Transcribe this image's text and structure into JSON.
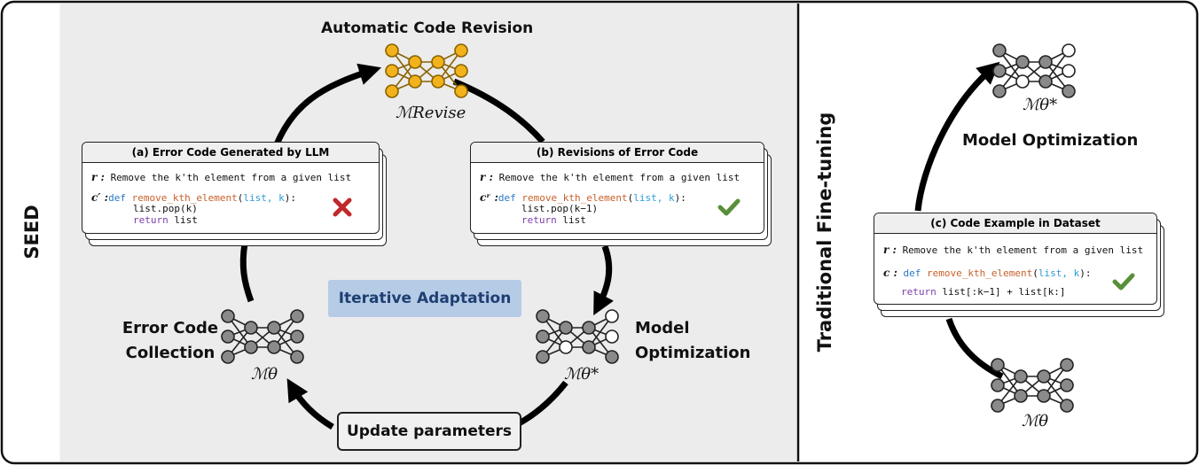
{
  "sections": {
    "seed_label": "SEED",
    "traditional_label": "Traditional Fine-tuning"
  },
  "seed": {
    "revision_title": "Automatic Code Revision",
    "revise_model": "ℳRevise",
    "iterative_label": "Iterative Adaptation",
    "error_collection_label": [
      "Error Code",
      "Collection"
    ],
    "model_optimization_label": [
      "Model",
      "Optimization"
    ],
    "update_button": "Update parameters",
    "theta_model": "ℳθ",
    "theta_star_model": "ℳθ*"
  },
  "cards": {
    "a": {
      "title": "(a) Error Code Generated by LLM",
      "r_label": "r :",
      "r_text": "Remove the k'th element from a given list",
      "c_label": "c′ :",
      "code": {
        "def": "def",
        "fn": "remove_kth_element",
        "args": "list, k",
        "line2": "list.pop(k)",
        "ret": "return",
        "ret_val": "list"
      },
      "status": "wrong"
    },
    "b": {
      "title": "(b) Revisions of Error Code",
      "r_label": "r :",
      "r_text": "Remove the k'th element from a given list",
      "c_label": "cʳ :",
      "code": {
        "def": "def",
        "fn": "remove_kth_element",
        "args": "list, k",
        "line2": "list.pop(k−1)",
        "ret": "return",
        "ret_val": "list"
      },
      "status": "correct"
    },
    "c": {
      "title": "(c) Code Example in Dataset",
      "r_label": "r :",
      "r_text": "Remove the k'th element from a given list",
      "c_label": "c :",
      "code": {
        "def": "def",
        "fn": "remove_kth_element",
        "args": "list, k",
        "ret": "return",
        "ret_val": "list[:k−1] + list[k:]"
      },
      "status": "correct"
    }
  },
  "traditional": {
    "model_optimization_label": "Model Optimization",
    "theta_star_model": "ℳθ*",
    "theta_model": "ℳθ"
  },
  "colors": {
    "panel_bg": "#ececec",
    "revise_node": "#f2b21b",
    "revise_node_stroke": "#b78200",
    "gray_node": "#8a8a8a",
    "white_node": "#ffffff",
    "iterative_bg": "#b6cbe6",
    "iterative_text": "#1f3f72",
    "cross": "#c0282b",
    "check": "#5a8f3a"
  }
}
